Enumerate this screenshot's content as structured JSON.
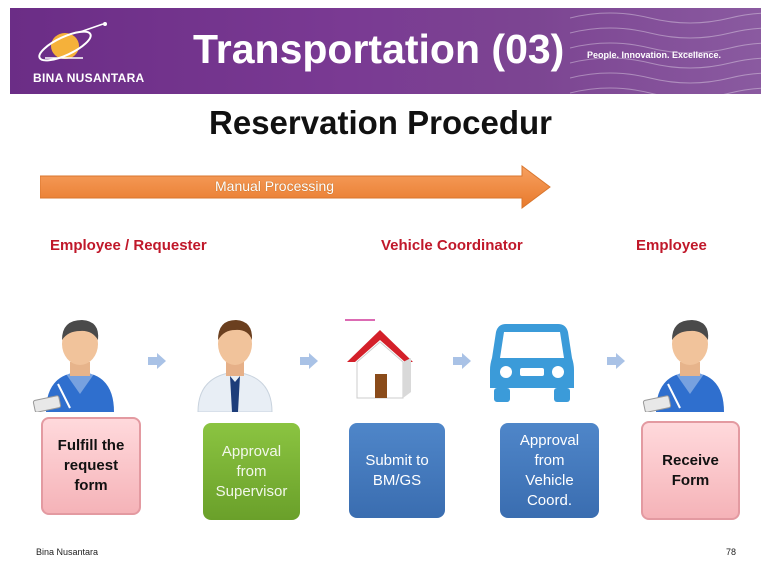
{
  "header": {
    "logo_text": "BINA NUSANTARA",
    "title": "Transportation (03)",
    "tagline": "People. Innovation. Excellence."
  },
  "slide": {
    "subtitle": "Reservation Procedur",
    "process_label": "Manual Processing"
  },
  "roles": [
    {
      "label": "Employee / Requester"
    },
    {
      "label": "Vehicle Coordinator"
    },
    {
      "label": "Employee"
    }
  ],
  "steps": [
    {
      "label": "Fulfill the\nrequest\nform",
      "icon": "employee-badge-icon"
    },
    {
      "label": "Approval\nfrom\nSupervisor",
      "icon": "supervisor-icon"
    },
    {
      "label": "Submit to\nBM/GS",
      "icon": "house-icon"
    },
    {
      "label": "Approval\nfrom\nVehicle\nCoord.",
      "icon": "car-icon"
    },
    {
      "label": "Receive\nForm",
      "icon": "employee-badge-icon"
    }
  ],
  "footer": {
    "left": "Bina Nusantara",
    "page": "78"
  },
  "colors": {
    "header_purple": "#6b2d86",
    "arrow_orange": "#f0873a",
    "role_red": "#c0182a",
    "pink_box": "#f5b3b8",
    "green_box": "#7ab236",
    "blue_box": "#4679bf",
    "connector_blue": "#a9c2e6"
  }
}
